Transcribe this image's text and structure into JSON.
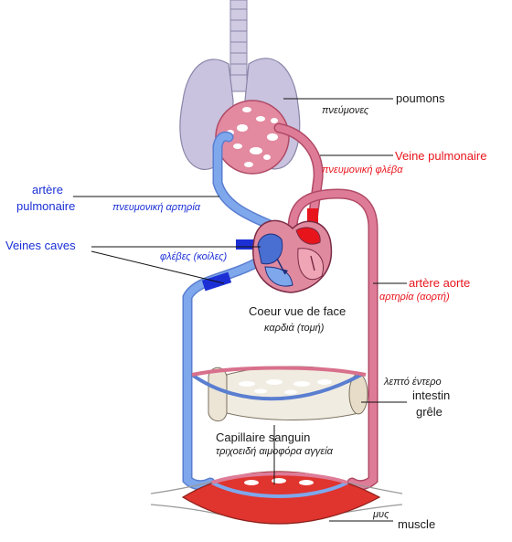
{
  "labels": {
    "lungs_fr": "poumons",
    "lungs_gr": "πνεύμονες",
    "pulm_vein_fr": "Veine pulmonaire",
    "pulm_vein_gr": "πνευμονική φλέβα",
    "pulm_artery_fr_1": "artère",
    "pulm_artery_fr_2": "pulmonaire",
    "pulm_artery_gr": "πνευμονική αρτηρία",
    "vena_cava_fr": "Veines caves",
    "vena_cava_gr": "φλέβες (κοίλες)",
    "aorta_fr": "artère aorte",
    "aorta_gr": "αρτηρία (αορτή)",
    "heart_fr": "Coeur vue de face",
    "heart_gr": "καρδιά (τομή)",
    "intestine_gr": "λεπτό έντερο",
    "intestine_fr_1": "intestin",
    "intestine_fr_2": "grêle",
    "capillary_fr": "Capillaire sanguin",
    "capillary_gr": "τριχοειδή αιμοφόρα αγγεία",
    "muscle_gr": "μυς",
    "muscle_fr": "muscle"
  },
  "colors": {
    "oxygenated": "#d8708c",
    "deoxygenated": "#6f9be6",
    "lung": "#c9c3df",
    "muscle": "#e0342e",
    "intestine": "#e8e2d6",
    "label_red": "#e8141c",
    "label_blue": "#1a2fd6"
  }
}
